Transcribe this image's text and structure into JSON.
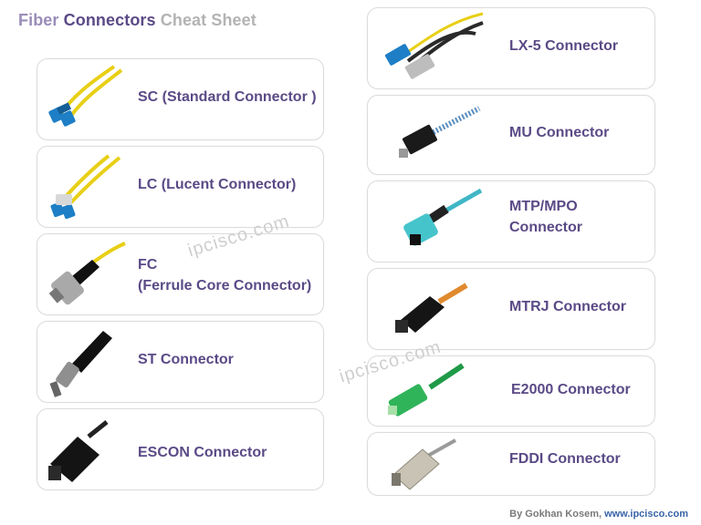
{
  "title": {
    "word1": "Fiber",
    "word2": "Connectors",
    "word3": "Cheat Sheet"
  },
  "left_cards": [
    {
      "line1": "SC (Standard Connector )",
      "line2": "",
      "icon": "sc-connector-icon"
    },
    {
      "line1": "LC (Lucent Connector)",
      "line2": "",
      "icon": "lc-connector-icon"
    },
    {
      "line1": "FC",
      "line2": "(Ferrule Core Connector)",
      "icon": "fc-connector-icon"
    },
    {
      "line1": "ST Connector",
      "line2": "",
      "icon": "st-connector-icon"
    },
    {
      "line1": "ESCON Connector",
      "line2": "",
      "icon": "escon-connector-icon"
    }
  ],
  "right_cards": [
    {
      "line1": "LX-5 Connector",
      "line2": "",
      "icon": "lx5-connector-icon"
    },
    {
      "line1": "MU Connector",
      "line2": "",
      "icon": "mu-connector-icon"
    },
    {
      "line1": "MTP/MPO",
      "line2": "Connector",
      "icon": "mtp-mpo-connector-icon"
    },
    {
      "line1": "MTRJ Connector",
      "line2": "",
      "icon": "mtrj-connector-icon"
    },
    {
      "line1": "E2000 Connector",
      "line2": "",
      "icon": "e2000-connector-icon"
    },
    {
      "line1": "FDDI Connector",
      "line2": "",
      "icon": "fddi-connector-icon"
    }
  ],
  "watermark": "ipcisco.com",
  "credit": {
    "author": "By Gokhan Kosem,",
    "url": "www.ipcisco.com"
  },
  "colors": {
    "label": "#5a4a86",
    "border": "#dcdcdc"
  }
}
